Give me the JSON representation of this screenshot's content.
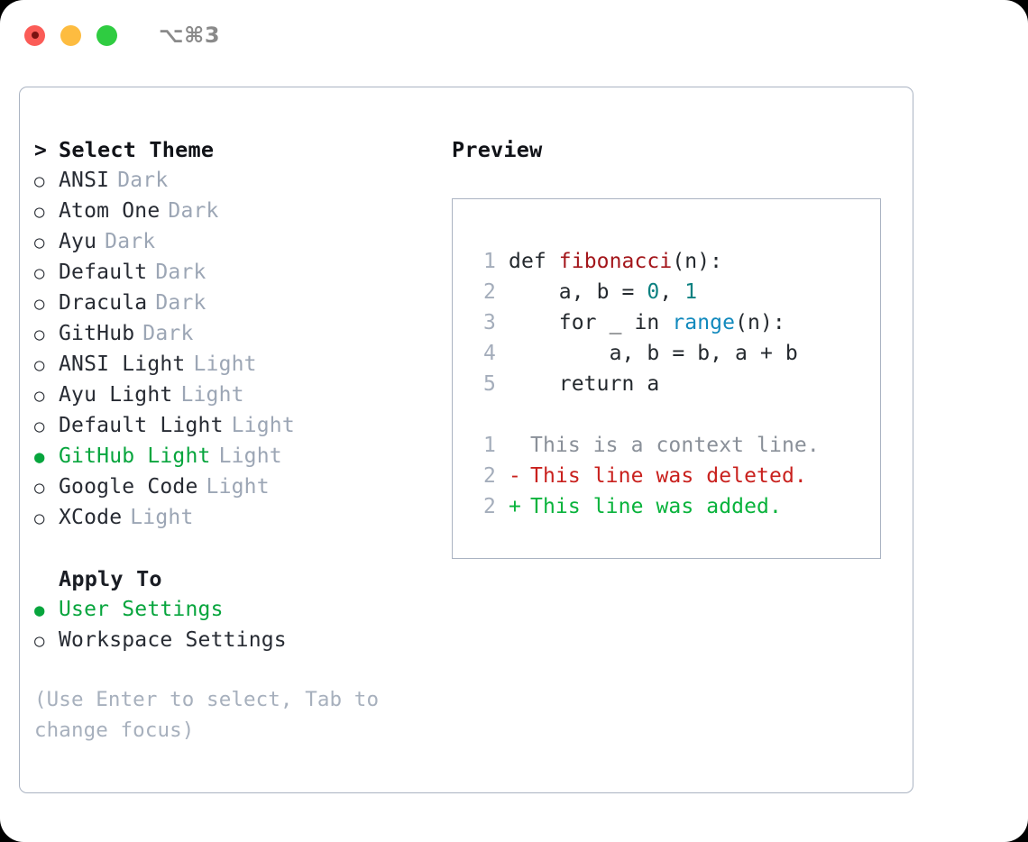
{
  "window": {
    "title": "⌥⌘3",
    "traffic_lights": [
      "close",
      "minimize",
      "maximize"
    ],
    "colors": {
      "close": "#fb5c57",
      "minimize": "#fdbc40",
      "maximize": "#2fcc41",
      "accent_green": "#07a53d",
      "muted": "#9ca6b5",
      "border": "#aab3c2"
    }
  },
  "left": {
    "heading": "Select Theme",
    "heading_marker": ">",
    "marker_off": "○",
    "marker_on": "●",
    "themes": [
      {
        "name": "ANSI",
        "tag": "Dark",
        "selected": false
      },
      {
        "name": "Atom One",
        "tag": "Dark",
        "selected": false
      },
      {
        "name": "Ayu",
        "tag": "Dark",
        "selected": false
      },
      {
        "name": "Default",
        "tag": "Dark",
        "selected": false
      },
      {
        "name": "Dracula",
        "tag": "Dark",
        "selected": false
      },
      {
        "name": "GitHub",
        "tag": "Dark",
        "selected": false
      },
      {
        "name": "ANSI Light",
        "tag": "Light",
        "selected": false
      },
      {
        "name": "Ayu Light",
        "tag": "Light",
        "selected": false
      },
      {
        "name": "Default Light",
        "tag": "Light",
        "selected": false
      },
      {
        "name": "GitHub Light",
        "tag": "Light",
        "selected": true
      },
      {
        "name": "Google Code",
        "tag": "Light",
        "selected": false
      },
      {
        "name": "XCode",
        "tag": "Light",
        "selected": false
      }
    ],
    "apply_to_heading": "Apply To",
    "apply_to": [
      {
        "name": "User Settings",
        "selected": true
      },
      {
        "name": "Workspace Settings",
        "selected": false
      }
    ],
    "hint": "(Use Enter to select, Tab to change focus)"
  },
  "right": {
    "title": "Preview",
    "code_lines": [
      {
        "num": "1",
        "tokens": [
          {
            "text": "def ",
            "type": "plain"
          },
          {
            "text": "fibonacci",
            "type": "func"
          },
          {
            "text": "(n):",
            "type": "plain"
          }
        ]
      },
      {
        "num": "2",
        "tokens": [
          {
            "text": "    a, b = ",
            "type": "plain"
          },
          {
            "text": "0",
            "type": "num"
          },
          {
            "text": ", ",
            "type": "plain"
          },
          {
            "text": "1",
            "type": "num"
          }
        ]
      },
      {
        "num": "3",
        "tokens": [
          {
            "text": "    for _ in ",
            "type": "plain"
          },
          {
            "text": "range",
            "type": "call"
          },
          {
            "text": "(n):",
            "type": "plain"
          }
        ]
      },
      {
        "num": "4",
        "tokens": [
          {
            "text": "        a, b = b, a + b",
            "type": "plain"
          }
        ]
      },
      {
        "num": "5",
        "tokens": [
          {
            "text": "    return a",
            "type": "plain"
          }
        ]
      }
    ],
    "diff_lines": [
      {
        "num": "1",
        "sign": "",
        "text": "This is a context line.",
        "kind": "context"
      },
      {
        "num": "2",
        "sign": "-",
        "text": "This line was deleted.",
        "kind": "deleted"
      },
      {
        "num": "2",
        "sign": "+",
        "text": "This line was added.",
        "kind": "added"
      }
    ]
  }
}
